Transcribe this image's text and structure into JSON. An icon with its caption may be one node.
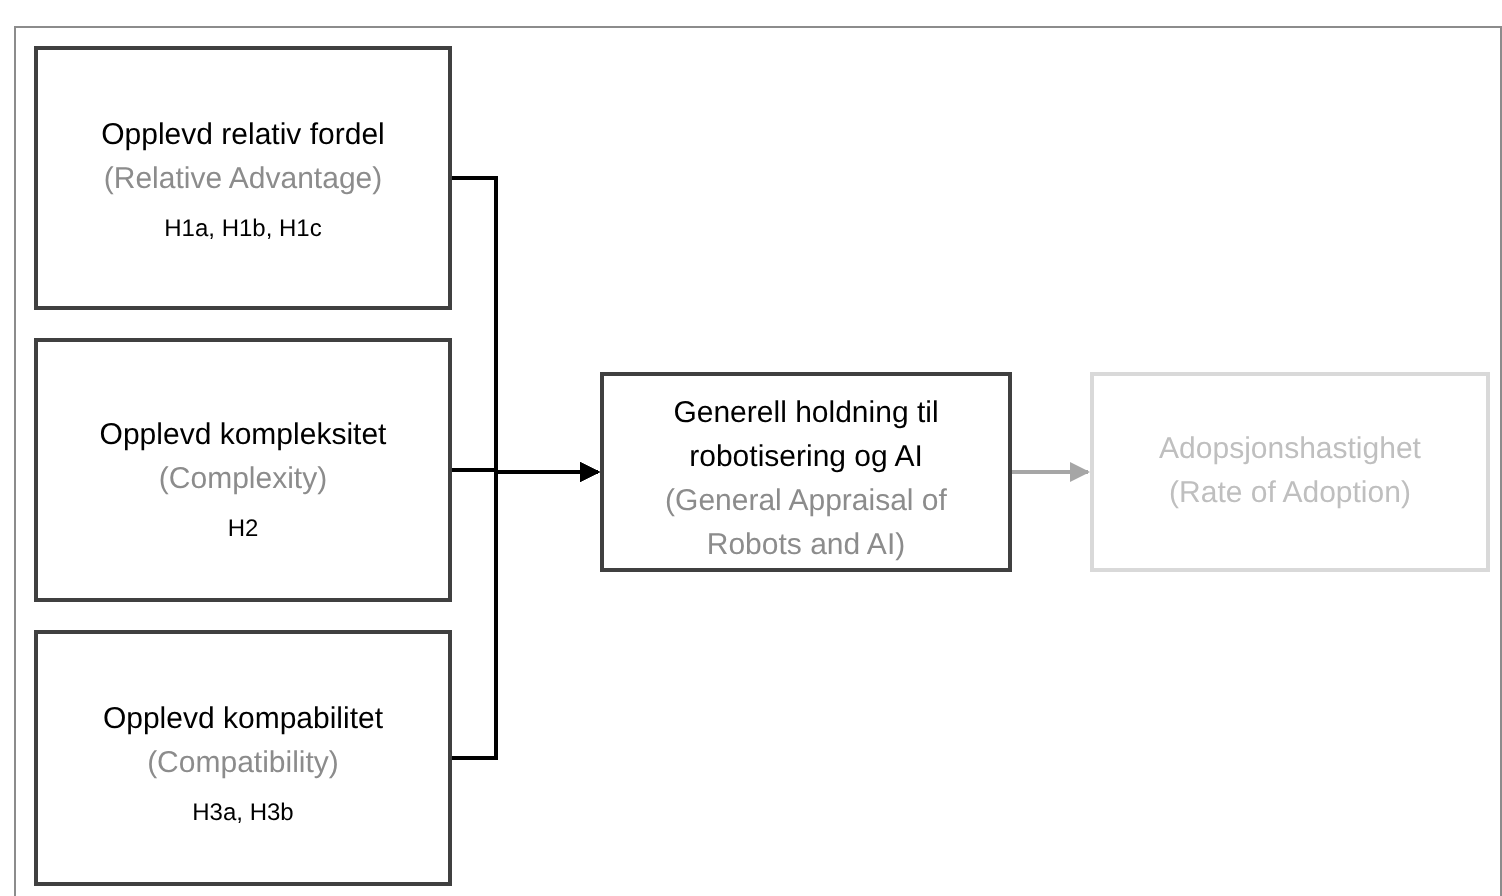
{
  "diagram": {
    "nodes": [
      {
        "text": [
          "Opplevd relativ fordel",
          "(Relative Advantage)",
          "H1a, H1b, H1c"
        ]
      },
      {
        "text": [
          "Opplevd kompleksitet",
          "(Complexity)",
          "H2"
        ]
      },
      {
        "text": [
          "Opplevd kompabilitet",
          "(Compatibility)",
          "H3a, H3b"
        ]
      },
      {
        "text": [
          "Generell holdning til robotisering og AI",
          "(General Appraisal of Robots and AI)"
        ]
      },
      {
        "text": [
          "Adopsjonshastighet",
          "(Rate of Adoption)"
        ]
      }
    ],
    "edges": [
      {
        "from": 0,
        "to": 3,
        "arrow": "to"
      },
      {
        "from": 1,
        "to": 3,
        "arrow": "to"
      },
      {
        "from": 2,
        "to": 3,
        "arrow": "to"
      },
      {
        "from": 3,
        "to": 4,
        "arrow": "to",
        "color": "#a6a6a6"
      }
    ]
  }
}
